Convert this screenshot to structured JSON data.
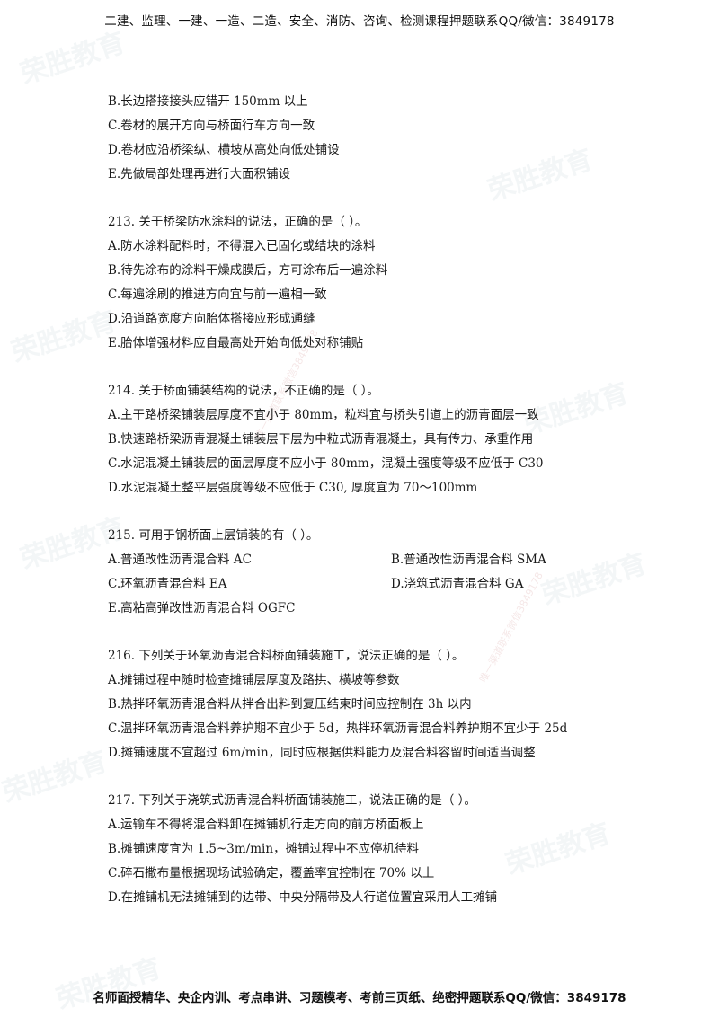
{
  "header": {
    "text": "二建、监理、一建、一造、二造、安全、消防、咨询、检测课程押题联系QQ/微信：3849178"
  },
  "footer": {
    "text": "名师面授精华、央企内训、考点串讲、习题模考、考前三页纸、绝密押题联系QQ/微信：3849178"
  },
  "watermark": {
    "brand": "荣胜教育",
    "contact": "唯一渠道联系微信3849178"
  },
  "items": {
    "prev": {
      "b": "B.长边搭接接头应错开 150mm 以上",
      "c": "C.卷材的展开方向与桥面行车方向一致",
      "d": "D.卷材应沿桥梁纵、横坡从高处向低处铺设",
      "e": "E.先做局部处理再进行大面积铺设"
    },
    "q213": {
      "question": "213. 关于桥梁防水涂料的说法，正确的是（    ）。",
      "a": "A.防水涂料配料时，不得混入已固化或结块的涂料",
      "b": "B.待先涂布的涂料干燥成膜后，方可涂布后一遍涂料",
      "c": "C.每遍涂刷的推进方向宜与前一遍相一致",
      "d": "D.沿道路宽度方向胎体搭接应形成通缝",
      "e": "E.胎体增强材料应自最高处开始向低处对称铺贴"
    },
    "q214": {
      "question": "214. 关于桥面铺装结构的说法，不正确的是（    ）。",
      "a": "A.主干路桥梁铺装层厚度不宜小于 80mm，粒料宜与桥头引道上的沥青面层一致",
      "b": "B.快速路桥梁沥青混凝土铺装层下层为中粒式沥青混凝土，具有传力、承重作用",
      "c": "C.水泥混凝土铺装层的面层厚度不应小于 80mm，混凝土强度等级不应低于 C30",
      "d": "D.水泥混凝土整平层强度等级不应低于 C30, 厚度宜为  70～100mm"
    },
    "q215": {
      "question": "215. 可用于钢桥面上层铺装的有（      ）。",
      "a": "A.普通改性沥青混合料 AC",
      "b": "B.普通改性沥青混合料 SMA",
      "c": "C.环氧沥青混合料 EA",
      "d": "D.浇筑式沥青混合料 GA",
      "e": "E.高粘高弹改性沥青混合料 OGFC"
    },
    "q216": {
      "question": "216. 下列关于环氧沥青混合料桥面铺装施工，说法正确的是（    ）。",
      "a": "A.摊铺过程中随时检查摊铺层厚度及路拱、横坡等参数",
      "b": "B.热拌环氧沥青混合料从拌合出料到复压结束时间应控制在 3h 以内",
      "c": "C.温拌环氧沥青混合料养护期不宜少于 5d，热拌环氧沥青混合料养护期不宜少于 25d",
      "d": "D.摊铺速度不宜超过 6m/min，同时应根据供料能力及混合料容留时间适当调整"
    },
    "q217": {
      "question": "217. 下列关于浇筑式沥青混合料桥面铺装施工，说法正确的是（    ）。",
      "a": "A.运输车不得将混合料卸在摊铺机行走方向的前方桥面板上",
      "b": "B.摊铺速度宜为 1.5~3m/min，摊铺过程中不应停机待料",
      "c": "C.碎石撒布量根据现场试验确定，覆盖率宜控制在 70%  以上",
      "d": "D.在摊铺机无法摊铺到的边带、中央分隔带及人行道位置宜采用人工摊铺"
    }
  }
}
